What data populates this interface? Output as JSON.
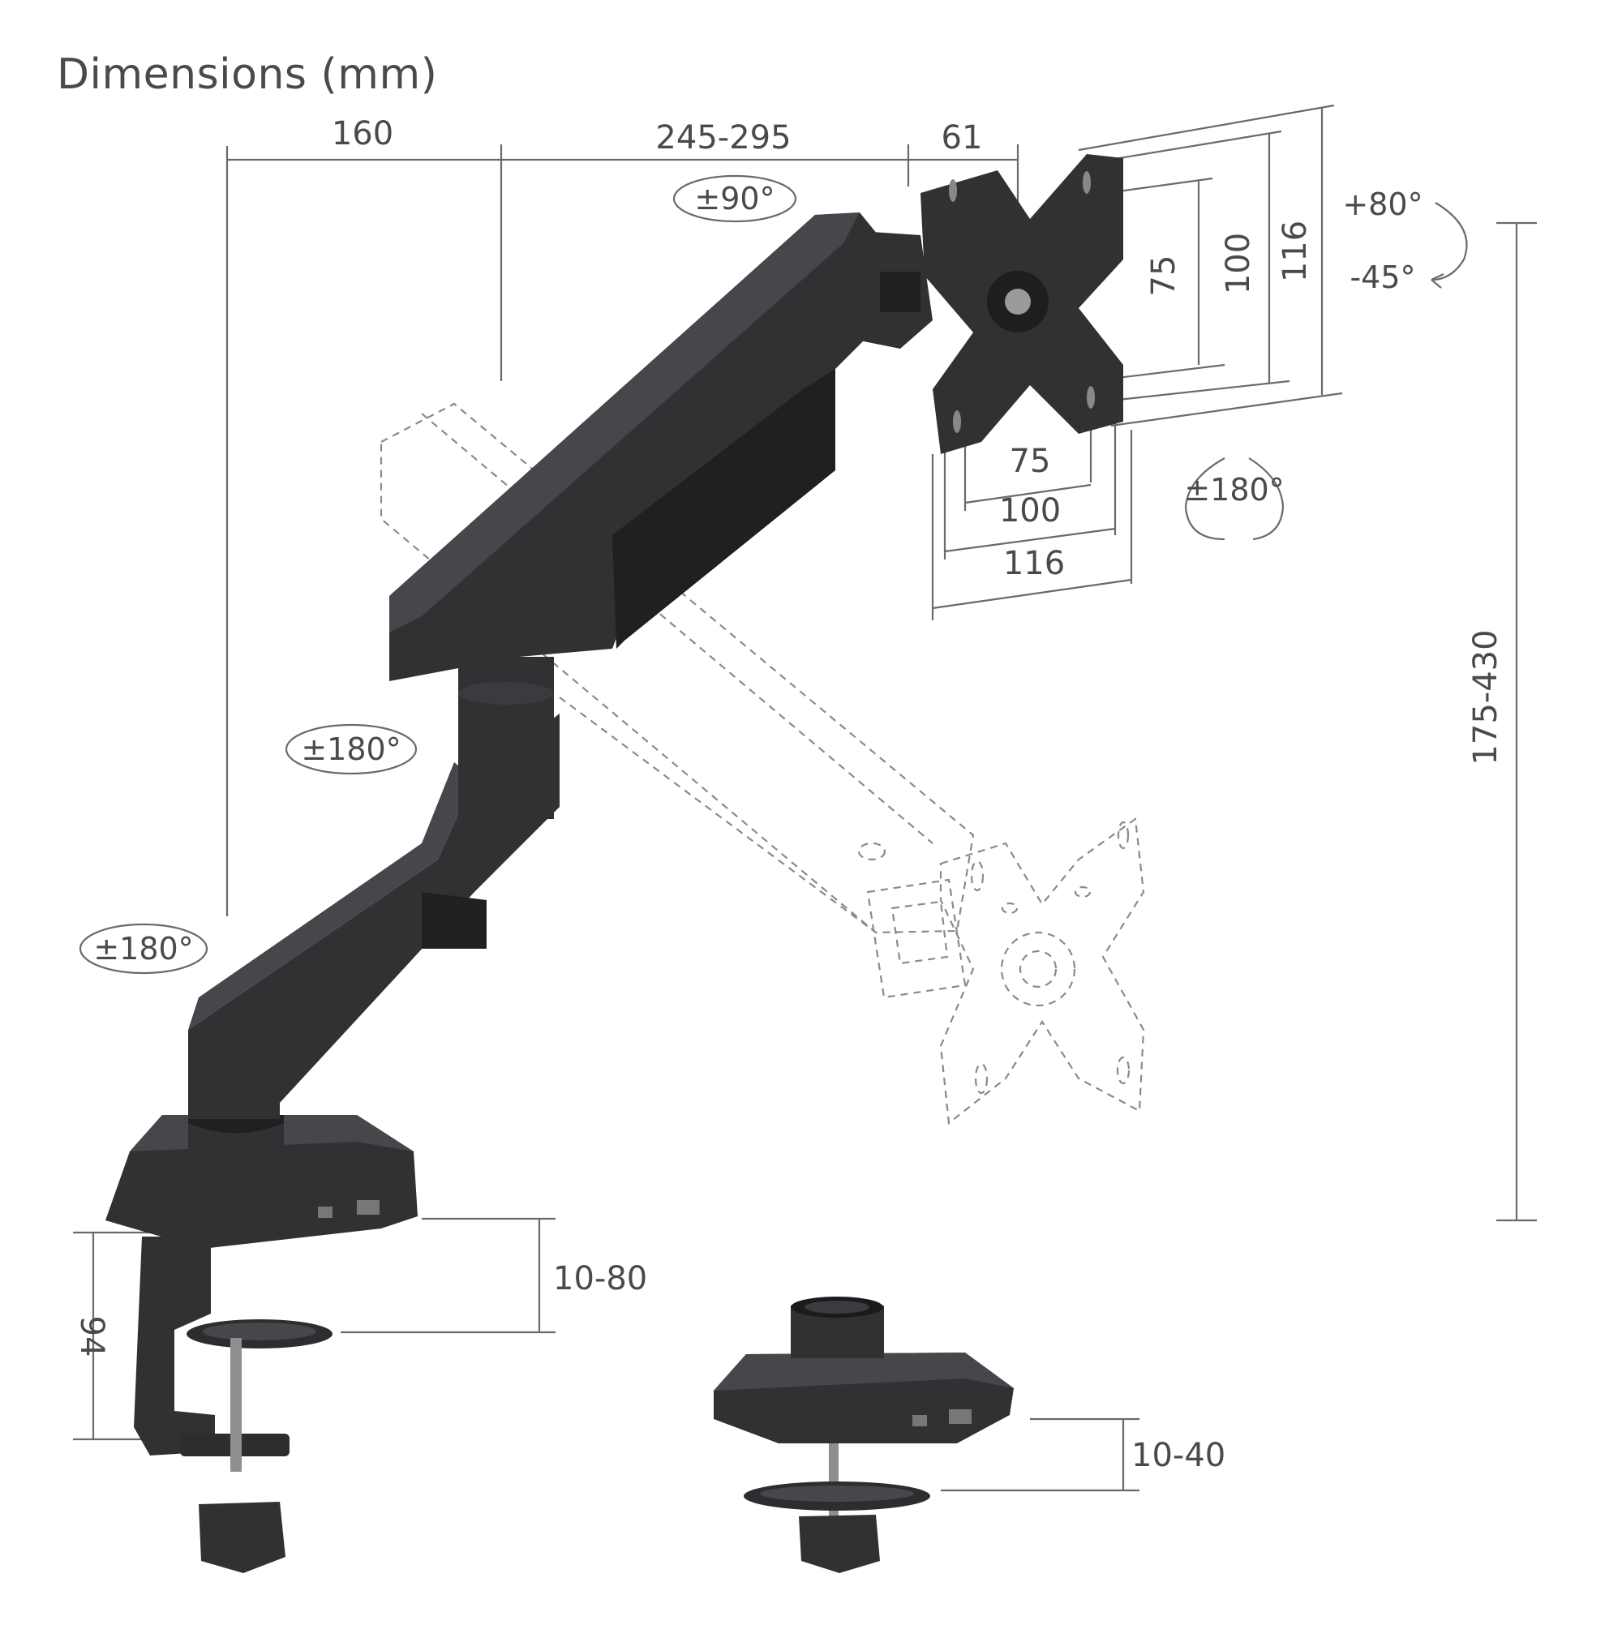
{
  "title": "Dimensions (mm)",
  "dimensions": {
    "base_offset": "160",
    "arm_reach": "245-295",
    "head_depth": "61",
    "vesa_v_75": "75",
    "vesa_v_100": "100",
    "vesa_v_116": "116",
    "vesa_h_75": "75",
    "vesa_h_100": "100",
    "vesa_h_116": "116",
    "height_range": "175-430",
    "clamp_height": "94",
    "clamp_range": "10-80",
    "grommet_range": "10-40"
  },
  "rotations": {
    "head_swivel": "±90°",
    "tilt_up": "+80°",
    "tilt_down": "-45°",
    "rotate_plate": "±180°",
    "elbow_swivel": "±180°",
    "base_swivel": "±180°"
  },
  "colors": {
    "arm": "#303133",
    "dimension_line": "#6a6a6a",
    "dashed_outline": "#8a8a8a"
  }
}
